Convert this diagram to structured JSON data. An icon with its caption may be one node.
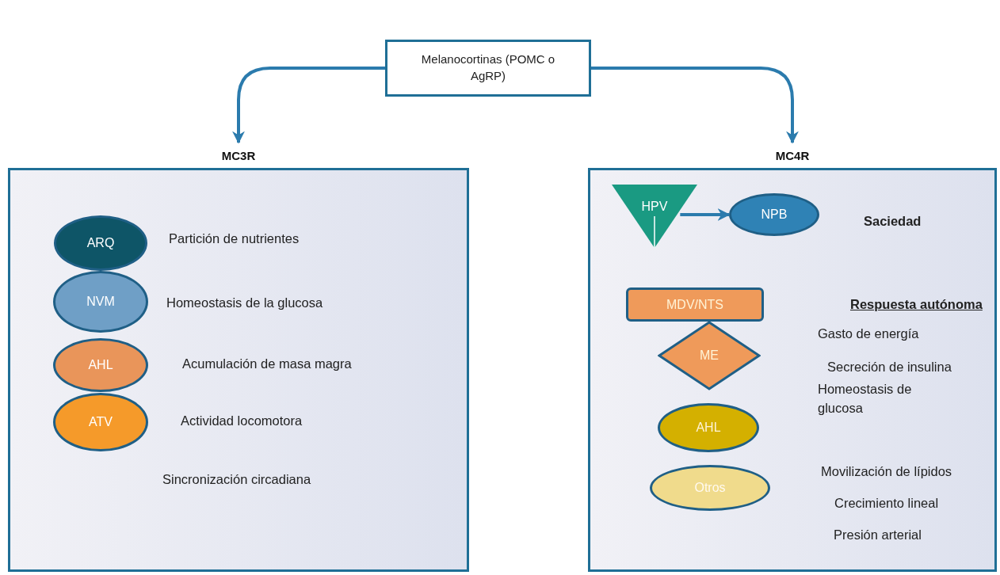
{
  "diagram": {
    "nodes": [
      {
        "text": [
          "Melanocortinas (POMC o AgRP)"
        ]
      },
      {
        "text": [
          "MC3R"
        ]
      },
      {
        "text": [
          "ARQ"
        ],
        "in": 1
      },
      {
        "text": [
          "NVM"
        ],
        "in": 1
      },
      {
        "text": [
          "AHL"
        ],
        "in": 1
      },
      {
        "text": [
          "ATV"
        ],
        "in": 1
      },
      {
        "text": [
          "MC4R"
        ]
      },
      {
        "text": [
          "HPV"
        ],
        "in": 6
      },
      {
        "text": [
          "NPB"
        ],
        "in": 6
      },
      {
        "text": [
          "MDV/NTS"
        ],
        "in": 6
      },
      {
        "text": [
          "ME"
        ],
        "in": 6
      },
      {
        "text": [
          "AHL"
        ],
        "in": 6
      },
      {
        "text": [
          "Otros"
        ],
        "in": 6
      }
    ],
    "edges": [
      {
        "from": 0,
        "to": 1,
        "arrow": "to"
      },
      {
        "from": 0,
        "to": 6,
        "arrow": "to"
      },
      {
        "from": 7,
        "to": 8,
        "arrow": "to"
      }
    ],
    "labels": [
      "Partición de nutrientes",
      "Homeostasis de la glucosa",
      "Acumulación de masa magra",
      "Actividad locomotora",
      "Sincronización circadiana",
      "Saciedad",
      "Respuesta autónoma",
      "Gasto de energía",
      "Secreción de insulina",
      "Homeostasis de glucosa",
      "Movilización de lípidos",
      "Crecimiento lineal",
      "Presión arterial"
    ]
  }
}
